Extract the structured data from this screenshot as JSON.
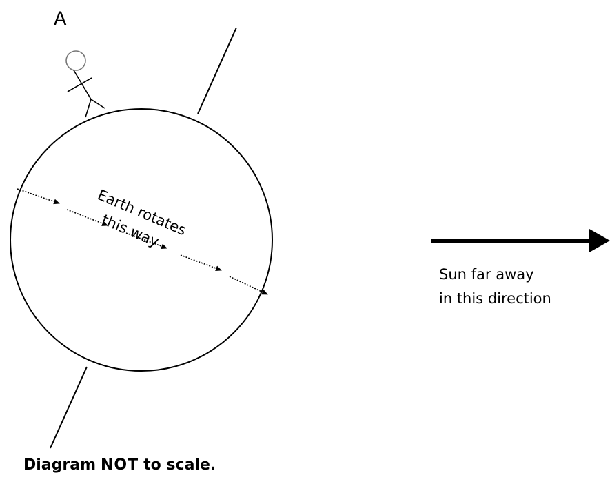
{
  "point_label": "A",
  "rotation_text": {
    "line1": "Earth rotates",
    "line2": "this way"
  },
  "sun_text": {
    "line1": "Sun far away",
    "line2": "in this direction"
  },
  "caption": {
    "before": "Diagram",
    "emphasis": "NOT",
    "after": "to scale."
  }
}
